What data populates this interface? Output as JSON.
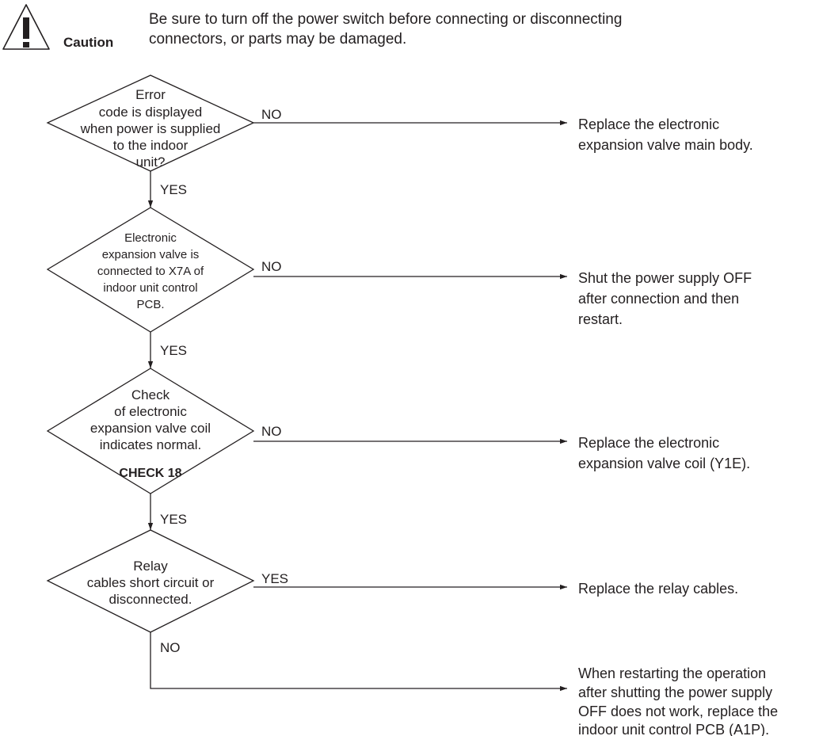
{
  "caution": {
    "label": "Caution",
    "text_lines": [
      "Be sure to turn off the power switch before connecting or disconnecting",
      "connectors, or parts may be damaged."
    ]
  },
  "steps": [
    {
      "question_lines": [
        "Error",
        "code is displayed",
        "when power is supplied",
        "to the indoor",
        "unit?"
      ],
      "branch_label": "NO",
      "action_lines": [
        "Replace the electronic",
        "expansion valve main body."
      ],
      "down_label": "YES"
    },
    {
      "question_lines": [
        "Electronic",
        "expansion valve is",
        "connected to X7A of",
        "indoor unit control",
        "PCB."
      ],
      "branch_label": "NO",
      "action_lines": [
        "Shut the power supply OFF",
        "after connection and then",
        "restart."
      ],
      "down_label": "YES"
    },
    {
      "question_lines": [
        "Check",
        "of electronic",
        "expansion valve coil",
        "indicates normal."
      ],
      "reference": "CHECK 18",
      "branch_label": "NO",
      "action_lines": [
        "Replace the electronic",
        "expansion valve coil (Y1E)."
      ],
      "down_label": "YES"
    },
    {
      "question_lines": [
        "Relay",
        "cables short circuit or",
        "disconnected."
      ],
      "branch_label": "YES",
      "action_lines": [
        "Replace the relay cables."
      ],
      "down_label": "NO"
    }
  ],
  "final_action_lines": [
    "When restarting the operation",
    "after shutting the power supply",
    "OFF does not work, replace the",
    "indoor unit control PCB (A1P)."
  ]
}
